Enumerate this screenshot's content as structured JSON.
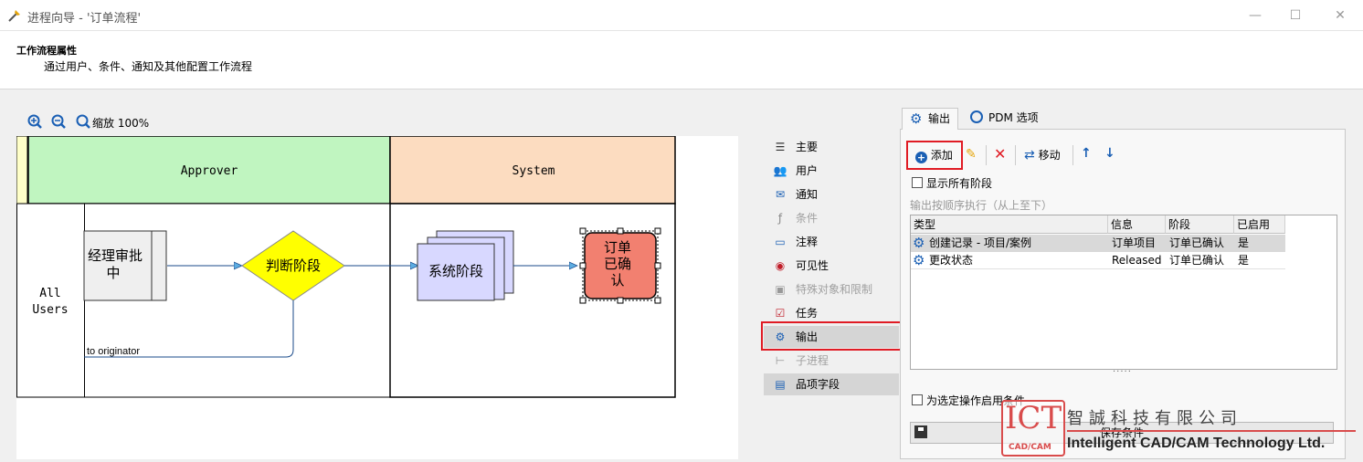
{
  "window": {
    "title": "进程向导 - '订单流程'"
  },
  "header": {
    "title": "工作流程属性",
    "subtitle": "通过用户、条件、通知及其他配置工作流程"
  },
  "zoom": {
    "label": "缩放 100%"
  },
  "diagram": {
    "lanes": [
      "Approver",
      "System"
    ],
    "swimlane_label": "All Users",
    "nodes": {
      "manager_review": "经理审批中",
      "decision": "判断阶段",
      "system_stage": "系统阶段",
      "order_confirmed": "订单已确认"
    },
    "return_link_label": "to originator"
  },
  "nav": {
    "items": [
      {
        "label": "主要",
        "icon": "list-icon",
        "disabled": false
      },
      {
        "label": "用户",
        "icon": "users-icon",
        "disabled": false
      },
      {
        "label": "通知",
        "icon": "mail-icon",
        "disabled": false
      },
      {
        "label": "条件",
        "icon": "function-icon",
        "disabled": true
      },
      {
        "label": "注释",
        "icon": "comment-icon",
        "disabled": false
      },
      {
        "label": "可见性",
        "icon": "visibility-icon",
        "disabled": false
      },
      {
        "label": "特殊对象和限制",
        "icon": "restriction-icon",
        "disabled": true
      },
      {
        "label": "任务",
        "icon": "task-icon",
        "disabled": false
      },
      {
        "label": "输出",
        "icon": "gear-icon",
        "disabled": false,
        "selected": true
      },
      {
        "label": "子进程",
        "icon": "subprocess-icon",
        "disabled": true
      },
      {
        "label": "品项字段",
        "icon": "fields-icon",
        "disabled": false
      }
    ]
  },
  "tabs": {
    "output": "输出",
    "pdm": "PDM 选项"
  },
  "toolbar": {
    "add": "添加",
    "move": "移动"
  },
  "options": {
    "show_all_stages": "显示所有阶段",
    "order_note": "输出按顺序执行（从上至下）",
    "enable_conditions": "为选定操作启用条件"
  },
  "grid": {
    "columns": [
      "类型",
      "信息",
      "阶段",
      "已启用"
    ],
    "rows": [
      {
        "type": "创建记录 - 项目/案例",
        "info": "订单项目",
        "stage": "订单已确认",
        "enabled": "是"
      },
      {
        "type": "更改状态",
        "info": "Released",
        "stage": "订单已确认",
        "enabled": "是"
      }
    ]
  },
  "save_button": "保存条件",
  "watermark": {
    "logo": "ICT",
    "logo_sub": "CAD/CAM",
    "cn": "智誠科技有限公司",
    "en": "Intelligent CAD/CAM Technology Ltd."
  },
  "colors": {
    "approver_lane": "#c0f5c0",
    "system_lane": "#fcdcc0",
    "decision": "#ffff00",
    "system_stage": "#d8d8ff",
    "confirmed": "#f28070",
    "highlight": "#e01b24"
  }
}
